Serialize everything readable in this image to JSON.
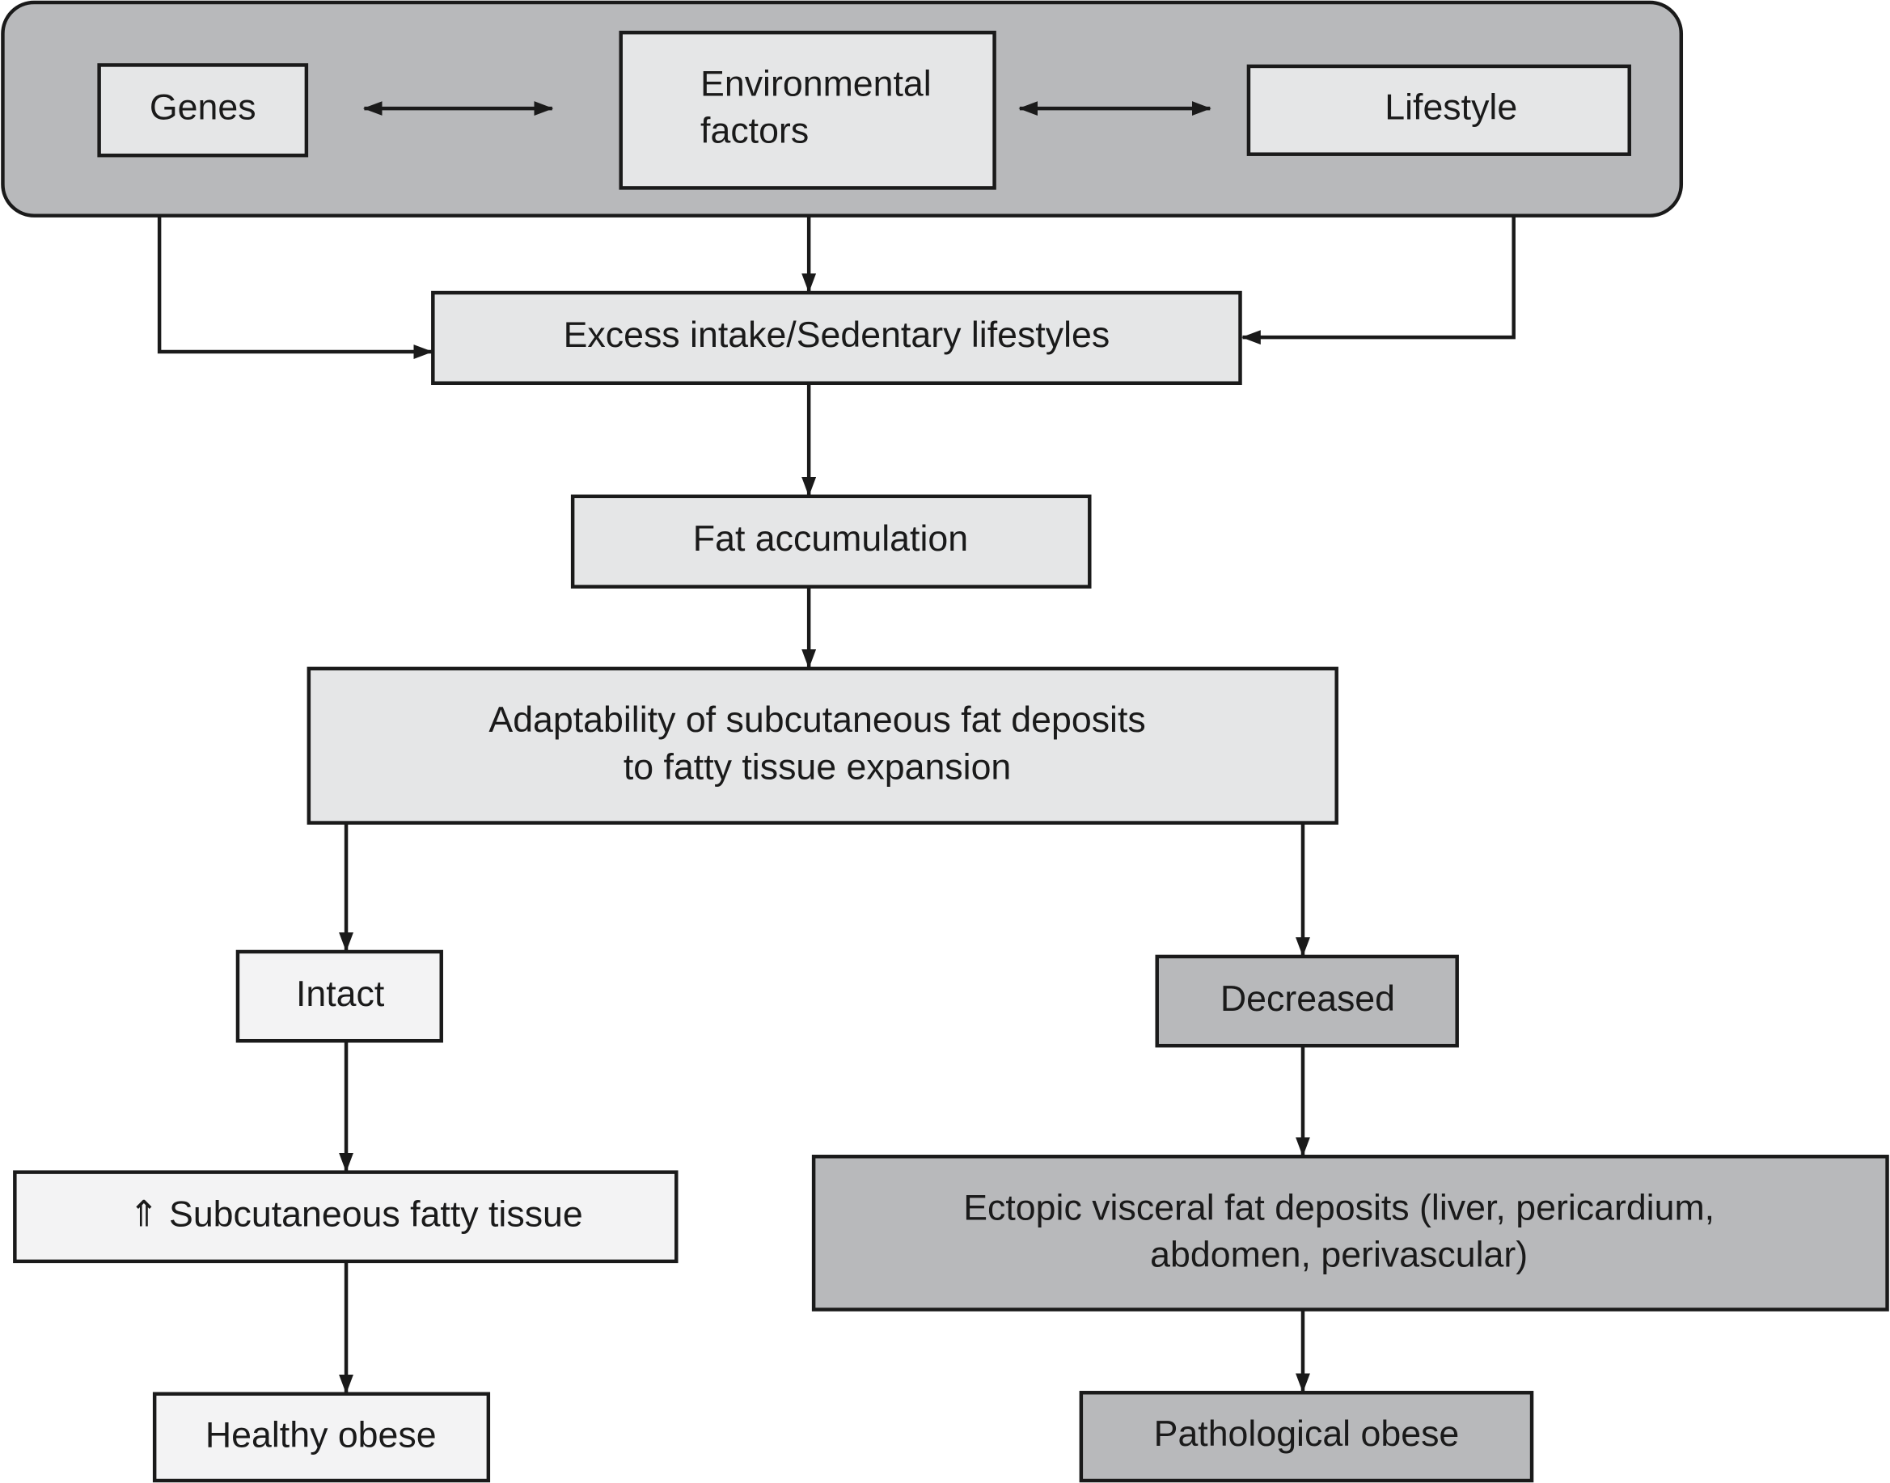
{
  "colors": {
    "top_panel": "#b8b9bb",
    "light_box": "#e5e6e7",
    "lightest_box": "#f3f3f4",
    "dark_box": "#b8b9bb",
    "stroke": "#1a1a1a"
  },
  "nodes": {
    "genes": {
      "lines": [
        "Genes"
      ]
    },
    "environmental": {
      "lines": [
        "Environmental",
        "factors"
      ]
    },
    "lifestyle": {
      "lines": [
        "Lifestyle"
      ]
    },
    "excess": {
      "lines": [
        "Excess intake/Sedentary lifestyles"
      ]
    },
    "fat": {
      "lines": [
        "Fat accumulation"
      ]
    },
    "adaptability": {
      "lines": [
        "Adaptability of subcutaneous fat deposits",
        "to fatty tissue expansion"
      ]
    },
    "intact": {
      "lines": [
        "Intact"
      ]
    },
    "decreased": {
      "lines": [
        "Decreased"
      ]
    },
    "subcutaneous": {
      "lines": [
        "⇑ Subcutaneous fatty tissue"
      ]
    },
    "ectopic": {
      "lines": [
        "Ectopic visceral fat deposits (liver, pericardium,",
        "abdomen, perivascular)"
      ]
    },
    "healthy": {
      "lines": [
        "Healthy obese"
      ]
    },
    "pathological": {
      "lines": [
        "Pathological obese"
      ]
    }
  }
}
